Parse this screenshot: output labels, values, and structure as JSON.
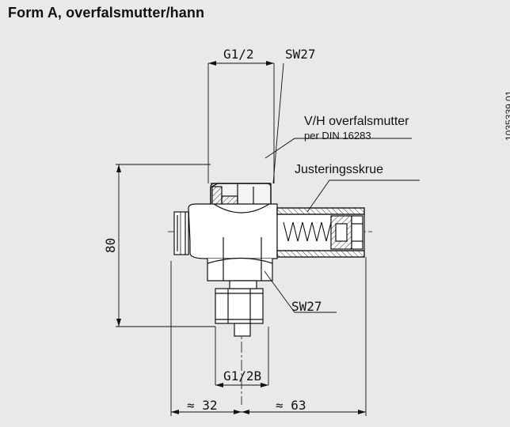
{
  "title": "Form A, overfalsmutter/hann",
  "side_id": "1035339.01",
  "labels": {
    "thread_top": "G1/2",
    "wrench_top": "SW27",
    "nut_name": "V/H overfalsmutter",
    "nut_std": "per DIN 16283",
    "adjust_screw": "Justeringsskrue",
    "dim_height": "80",
    "wrench_bottom": "SW27",
    "thread_bottom": "G1/2B",
    "dim_left": "≈ 32",
    "dim_right": "≈ 63"
  }
}
